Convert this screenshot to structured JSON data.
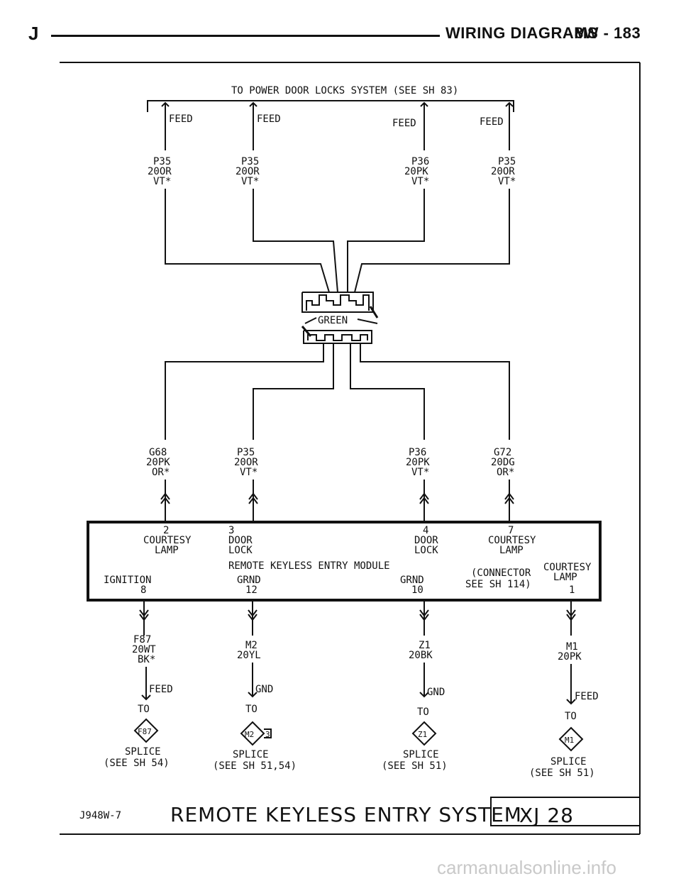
{
  "header": {
    "letter": "J",
    "title": "WIRING DIAGRAMS",
    "page": "8W - 183"
  },
  "top_label": "TO POWER DOOR LOCKS SYSTEM (SEE SH 83)",
  "feeds": [
    "FEED",
    "FEED",
    "FEED",
    "FEED"
  ],
  "upper_wires": [
    {
      "circuit": "P35",
      "gauge": "20OR",
      "tracer": "VT*"
    },
    {
      "circuit": "P35",
      "gauge": "20OR",
      "tracer": "VT*"
    },
    {
      "circuit": "P36",
      "gauge": "20PK",
      "tracer": "VT*"
    },
    {
      "circuit": "P35",
      "gauge": "20OR",
      "tracer": "VT*"
    }
  ],
  "connector_label": "GREEN",
  "lower_wires": [
    {
      "circuit": "G68",
      "gauge": "20PK",
      "tracer": "OR*"
    },
    {
      "circuit": "P35",
      "gauge": "20OR",
      "tracer": "VT*"
    },
    {
      "circuit": "P36",
      "gauge": "20PK",
      "tracer": "VT*"
    },
    {
      "circuit": "G72",
      "gauge": "20DG",
      "tracer": "OR*"
    }
  ],
  "module": {
    "name": "REMOTE KEYLESS ENTRY MODULE",
    "top_pins": [
      {
        "num": "2",
        "l1": "COURTESY",
        "l2": "LAMP"
      },
      {
        "num": "3",
        "l1": "DOOR",
        "l2": "LOCK"
      },
      {
        "num": "4",
        "l1": "DOOR",
        "l2": "LOCK"
      },
      {
        "num": "7",
        "l1": "COURTESY",
        "l2": "LAMP"
      }
    ],
    "bottom_pins": [
      {
        "label": "IGNITION",
        "num": "8"
      },
      {
        "label": "GRND",
        "num": "12"
      },
      {
        "label": "GRND",
        "num": "10"
      },
      {
        "l1": "COURTESY",
        "l2": "LAMP",
        "num": "1"
      }
    ],
    "connector_note1": "(CONNECTOR",
    "connector_note2": "SEE SH 114)"
  },
  "bottom_wires": [
    {
      "circuit": "F87",
      "gauge": "20WT",
      "tracer": "BK*",
      "type": "FEED",
      "to": "TO",
      "splice_id": "F87",
      "splice": "SPLICE",
      "see": "(SEE SH 54)"
    },
    {
      "circuit": "M2",
      "gauge": "20YL",
      "tracer": "",
      "type": "GND",
      "to": "TO",
      "splice_id": "M2",
      "splice_sub": "3",
      "splice": "SPLICE",
      "see": "(SEE SH 51,54)"
    },
    {
      "circuit": "Z1",
      "gauge": "20BK",
      "tracer": "",
      "type": "GND",
      "to": "TO",
      "splice_id": "Z1",
      "splice": "SPLICE",
      "see": "(SEE SH 51)"
    },
    {
      "circuit": "M1",
      "gauge": "20PK",
      "tracer": "",
      "type": "FEED",
      "to": "TO",
      "splice_id": "M1",
      "splice": "SPLICE",
      "see": "(SEE SH 51)"
    }
  ],
  "footer": {
    "code": "J948W-7",
    "title": "REMOTE KEYLESS ENTRY SYSTEM",
    "sheet": "XJ 28"
  },
  "watermark": "carmanualsonline.info"
}
